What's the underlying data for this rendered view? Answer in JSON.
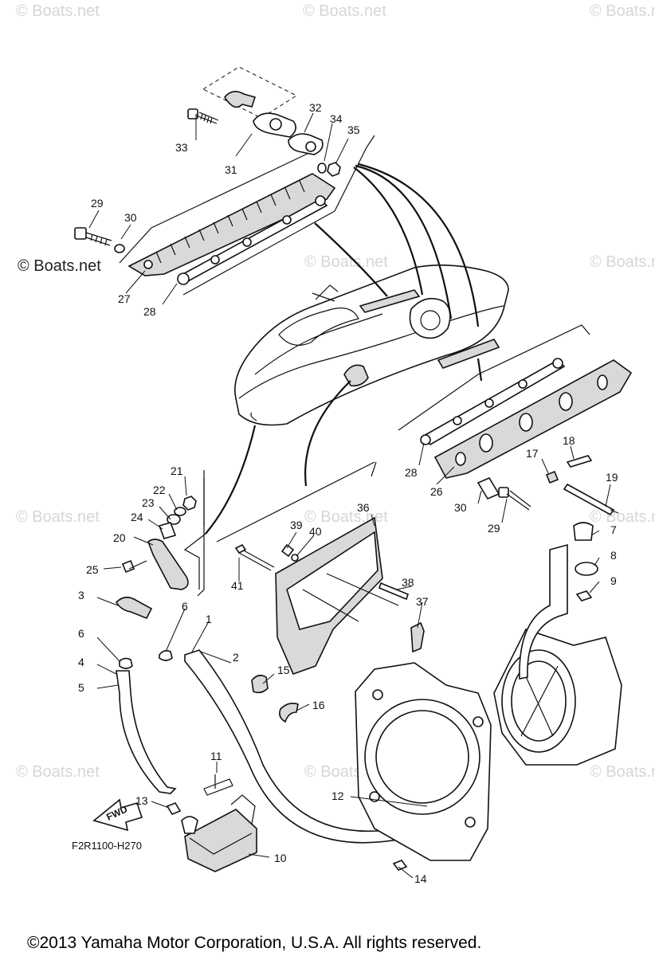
{
  "watermark": "© Boats.net",
  "drawing_code": "F2R1100-H270",
  "fwd_arrow_label": "FWD",
  "copyright": "©2013 Yamaha Motor Corporation, U.S.A. All rights reserved.",
  "callouts": {
    "c1": "1",
    "c2": "2",
    "c3": "3",
    "c4": "4",
    "c5": "5",
    "c6a": "6",
    "c6b": "6",
    "c7": "7",
    "c8": "8",
    "c9": "9",
    "c10": "10",
    "c11": "11",
    "c12": "12",
    "c13": "13",
    "c14": "14",
    "c15": "15",
    "c16": "16",
    "c17": "17",
    "c18": "18",
    "c19": "19",
    "c20": "20",
    "c21": "21",
    "c22": "22",
    "c23": "23",
    "c24": "24",
    "c25": "25",
    "c26": "26",
    "c27": "27",
    "c28a": "28",
    "c28b": "28",
    "c29a": "29",
    "c29b": "29",
    "c30a": "30",
    "c30b": "30",
    "c31": "31",
    "c32": "32",
    "c33": "33",
    "c34": "34",
    "c35": "35",
    "c36": "36",
    "c37": "37",
    "c38": "38",
    "c39": "39",
    "c40": "40",
    "c41": "41"
  }
}
